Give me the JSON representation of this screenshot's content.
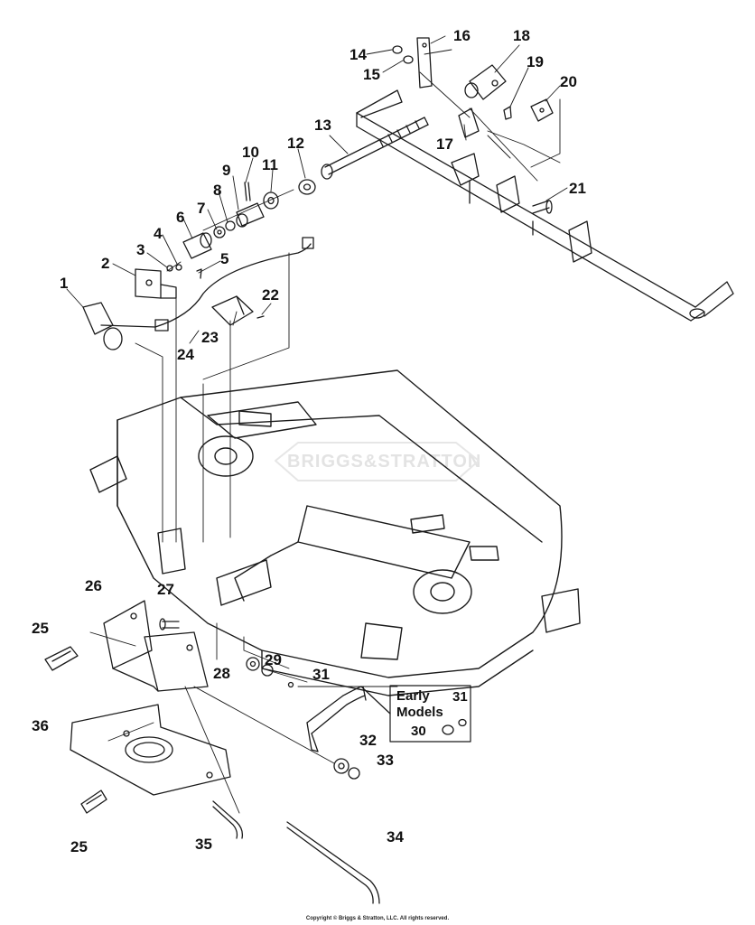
{
  "diagram": {
    "callouts": {
      "n1": "1",
      "n2": "2",
      "n3": "3",
      "n4": "4",
      "n5": "5",
      "n6": "6",
      "n7": "7",
      "n8": "8",
      "n9": "9",
      "n10": "10",
      "n11": "11",
      "n12": "12",
      "n13": "13",
      "n14": "14",
      "n15": "15",
      "n16": "16",
      "n17": "17",
      "n18": "18",
      "n19": "19",
      "n20": "20",
      "n21": "21",
      "n22": "22",
      "n23": "23",
      "n24": "24",
      "n25a": "25",
      "n25b": "25",
      "n26": "26",
      "n27": "27",
      "n28": "28",
      "n29": "29",
      "n30": "30",
      "n31a": "31",
      "n31b": "31",
      "n32": "32",
      "n33": "33",
      "n34": "34",
      "n35": "35",
      "n36": "36"
    },
    "inset": {
      "title_line1": "Early",
      "title_line2": "Models"
    },
    "watermark": "BRIGGS&STRATTON",
    "copyright": "Copyright © Briggs & Stratton, LLC. All rights reserved."
  }
}
